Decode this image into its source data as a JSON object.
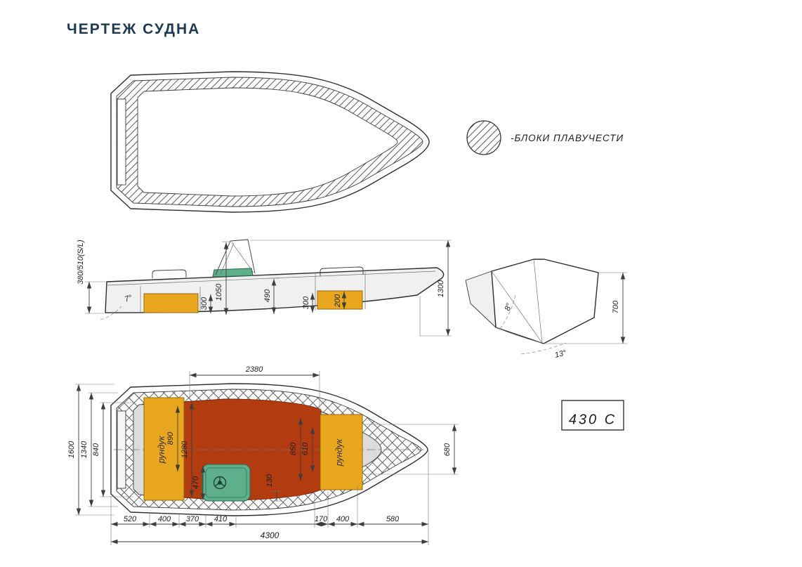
{
  "page": {
    "title": "ЧЕРТЕЖ СУДНА"
  },
  "colors": {
    "title_navy": "#1d3a52",
    "seat_yellow": "#e9a71f",
    "cockpit_red": "#b23b10",
    "console_green": "#5fae8c",
    "line_dark": "#2e2e2e"
  },
  "legend": {
    "buoyancy_label": "-БЛОКИ ПЛАВУЧЕСТИ"
  },
  "model_badge": {
    "label": "430 С"
  },
  "side_view": {
    "dimensions": {
      "transom_height": "380/510(S/L)",
      "windshield_height": "1050",
      "bow_deck_height": "490",
      "aft_seat_height": "300",
      "fwd_seat_base": "300",
      "fwd_seat_height": "200",
      "overall_height": "1300",
      "bottom_angle": "7°"
    }
  },
  "transom_view": {
    "dimensions": {
      "transom_width": "700",
      "side_angle": "8°",
      "deadrise_angle": "13°"
    }
  },
  "plan_view": {
    "labels": {
      "aft_locker": "рундук",
      "bow_locker": "рундук"
    },
    "dimensions": {
      "cockpit_length": "2380",
      "beam": "1600",
      "inner_beam": "1340",
      "transom_inner_width": "840",
      "aft_cockpit_width": "890",
      "cockpit_width": "1280",
      "console_width": "470",
      "console_gap": "130",
      "mid_width": "850",
      "bow_locker_width": "610",
      "bow_width": "680",
      "seg_520": "520",
      "seg_400_a": "400",
      "seg_370": "370",
      "seg_410": "410",
      "seg_170": "170",
      "seg_400_b": "400",
      "seg_580": "580",
      "overall_length": "4300"
    }
  }
}
